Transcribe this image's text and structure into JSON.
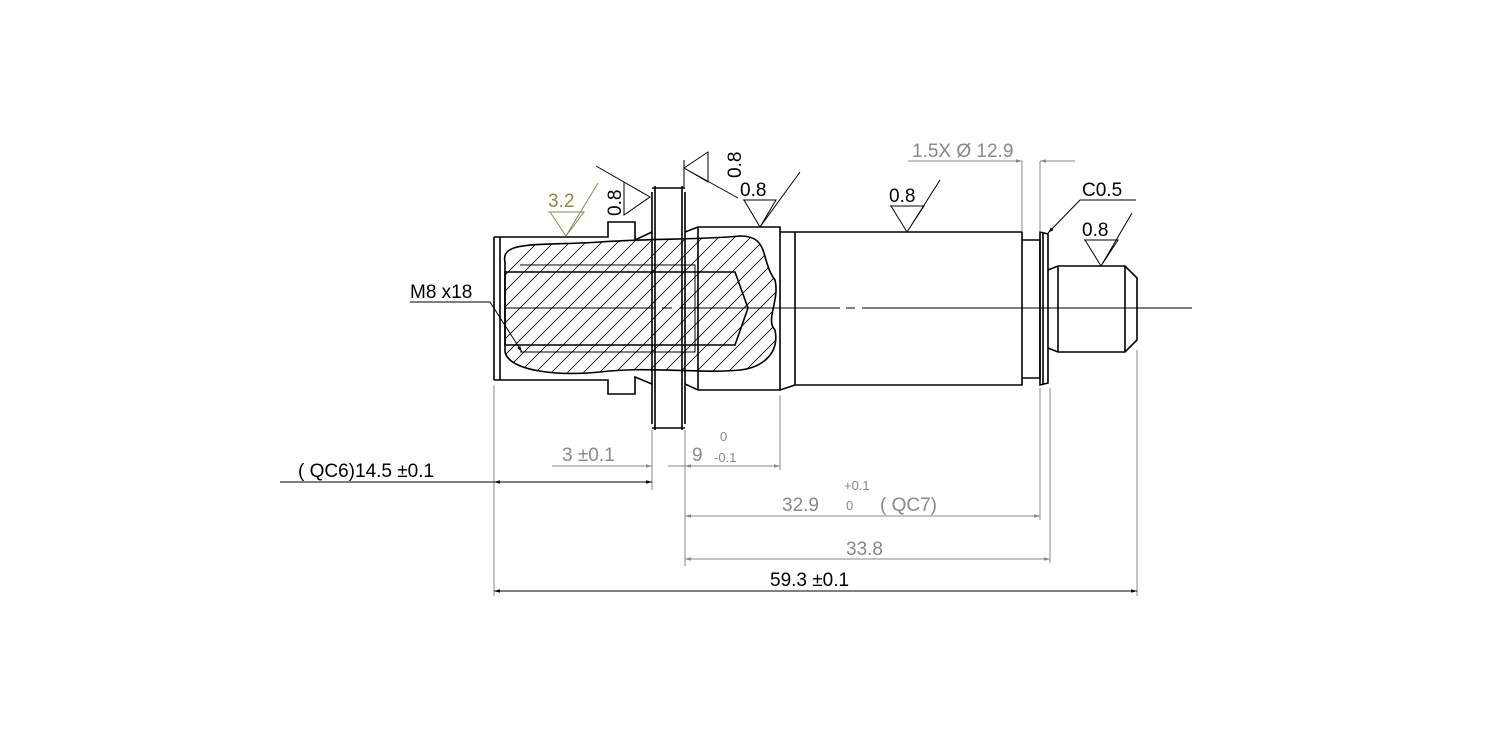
{
  "drawing": {
    "thread_note": "M8 x18",
    "surface_finish": {
      "yellow": "3.2",
      "rotated_left": "0.8",
      "rotated_top": "0.8",
      "collar": "0.8",
      "body": "0.8",
      "pin": "0.8"
    },
    "chamfer": "C0.5",
    "groove": "1.5X Ø 12.9",
    "dimensions": {
      "qc6": "( QC6)14.5 ±0.1",
      "d3": "3 ±0.1",
      "d9": "9",
      "d9_upper": "0",
      "d9_lower": "-0.1",
      "d329": "32.9",
      "d329_upper": "+0.1",
      "d329_lower": "0",
      "qc7": "( QC7)",
      "d338": "33.8",
      "d593": "59.3 ±0.1"
    },
    "colors": {
      "line": "#000000",
      "dimension": "#888888",
      "finish_highlight": "#8a8a3a"
    }
  }
}
